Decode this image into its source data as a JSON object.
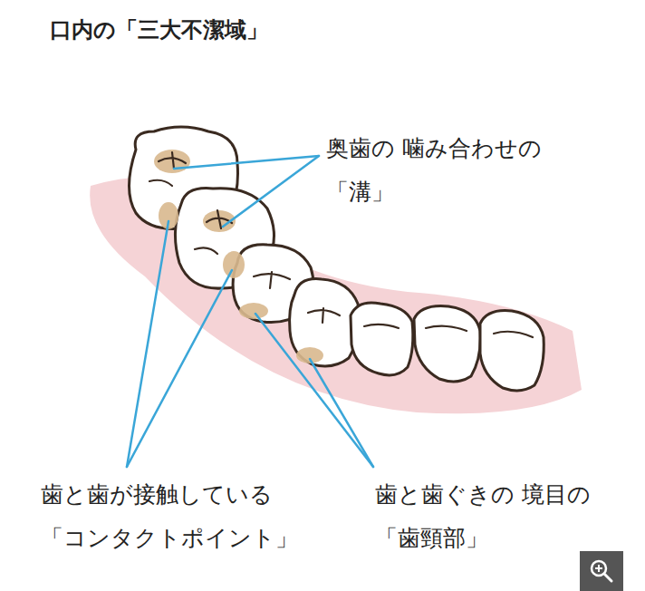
{
  "diagram": {
    "title": "口内の「三大不潔域」",
    "labels": [
      "奥歯の 噛み合わせの「溝」",
      "歯と歯が接触している 「コンタクトポイント」",
      "歯と歯ぐきの 境目の「歯頸部」"
    ]
  }
}
